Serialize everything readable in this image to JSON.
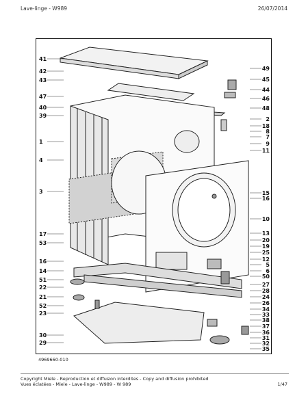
{
  "header": {
    "title": "Lave-linge - W989",
    "date": "26/07/2014"
  },
  "diagram": {
    "id_label": "4969660-010",
    "part_numbers_left": [
      "41",
      "42",
      "43",
      "47",
      "40",
      "39",
      "1",
      "4",
      "3",
      "17",
      "53",
      "16",
      "14",
      "51",
      "22",
      "21",
      "52",
      "23",
      "30",
      "29"
    ],
    "part_numbers_right": [
      "49",
      "45",
      "44",
      "46",
      "48",
      "2",
      "18",
      "8",
      "7",
      "9",
      "11",
      "15",
      "16",
      "10",
      "13",
      "20",
      "19",
      "25",
      "12",
      "5",
      "6",
      "50",
      "27",
      "28",
      "24",
      "26",
      "34",
      "33",
      "38",
      "37",
      "36",
      "31",
      "32",
      "35"
    ]
  },
  "footer": {
    "copyright": "Copyright Miele - Reproduction et diffusion interdites - Copy and diffusion prohibited",
    "subtitle": "Vues éclatées - Miele - Lave-linge - W989 - W 989",
    "page": "1/47"
  }
}
